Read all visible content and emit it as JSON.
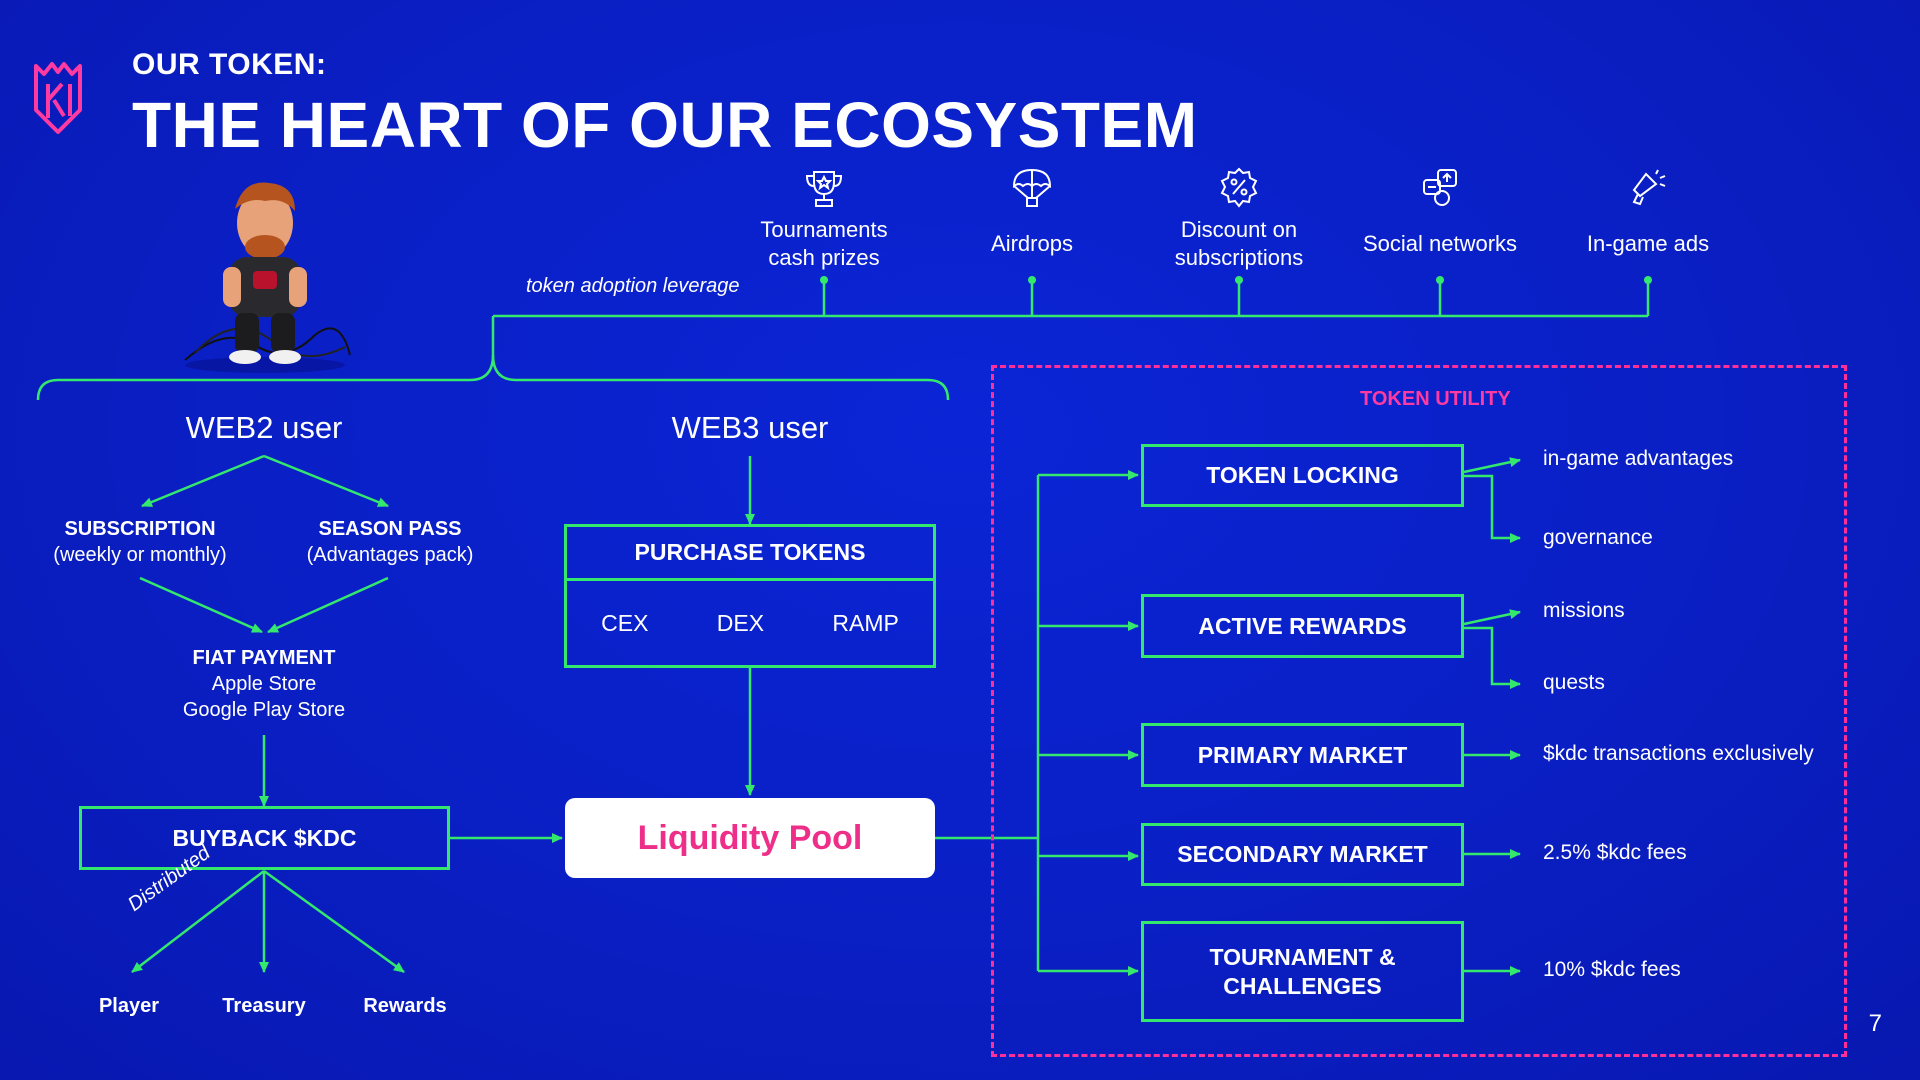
{
  "header": {
    "subtitle": "OUR TOKEN:",
    "title": "THE HEART OF OUR ECOSYSTEM"
  },
  "categories": [
    {
      "label": "Tournaments\ncash prizes",
      "icon": "trophy-icon"
    },
    {
      "label": "Airdrops",
      "icon": "parachute-icon"
    },
    {
      "label": "Discount on\nsubscriptions",
      "icon": "discount-icon"
    },
    {
      "label": "Social networks",
      "icon": "social-networks-icon"
    },
    {
      "label": "In-game ads",
      "icon": "megaphone-icon"
    }
  ],
  "adoption_note": "token adoption leverage",
  "web2": {
    "label": "WEB2 user",
    "subscription_title": "SUBSCRIPTION",
    "subscription_sub": "(weekly or monthly)",
    "season_title": "SEASON PASS",
    "season_sub": "(Advantages pack)",
    "fiat_title": "FIAT PAYMENT",
    "fiat_line1": "Apple Store",
    "fiat_line2": "Google Play Store",
    "buyback": "BUYBACK $KDC",
    "distributed": "Distributed",
    "targets": [
      "Player",
      "Treasury",
      "Rewards"
    ]
  },
  "web3": {
    "label": "WEB3 user",
    "purchase": "PURCHASE TOKENS",
    "venues": [
      "CEX",
      "DEX",
      "RAMP"
    ]
  },
  "pool": "Liquidity Pool",
  "utility": {
    "title": "TOKEN UTILITY",
    "items": [
      {
        "label": "TOKEN LOCKING",
        "outputs": [
          "in-game advantages",
          "governance"
        ]
      },
      {
        "label": "ACTIVE REWARDS",
        "outputs": [
          "missions",
          "quests"
        ]
      },
      {
        "label": "PRIMARY MARKET",
        "outputs": [
          "$kdc transactions exclusively"
        ]
      },
      {
        "label": "SECONDARY MARKET",
        "outputs": [
          "2.5% $kdc fees"
        ]
      },
      {
        "label": "TOURNAMENT &\nCHALLENGES",
        "outputs": [
          "10% $kdc fees"
        ]
      }
    ]
  },
  "page_number": "7",
  "colors": {
    "background": "#0a1fc4",
    "line": "#34e86e",
    "accent_pink": "#ff2f9a",
    "text": "#ffffff"
  }
}
